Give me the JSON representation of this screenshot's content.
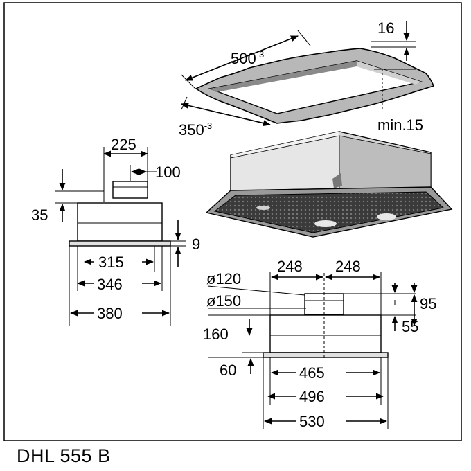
{
  "cutout": {
    "length": "500",
    "length_tol": "-3",
    "width": "350",
    "width_tol": "-3",
    "thickness": "16",
    "min_gap": "min.15"
  },
  "side_view": {
    "d225": "225",
    "d100": "100",
    "d35": "35",
    "d9": "9",
    "d315": "315",
    "d346": "346",
    "d380": "380"
  },
  "front_view": {
    "dia120": "ø120",
    "dia150": "ø150",
    "d248a": "248",
    "d248b": "248",
    "d95": "95",
    "d55": "55",
    "d160": "160",
    "d60": "60",
    "d465": "465",
    "d496": "496",
    "d530": "530"
  },
  "model": "DHL 555 B"
}
